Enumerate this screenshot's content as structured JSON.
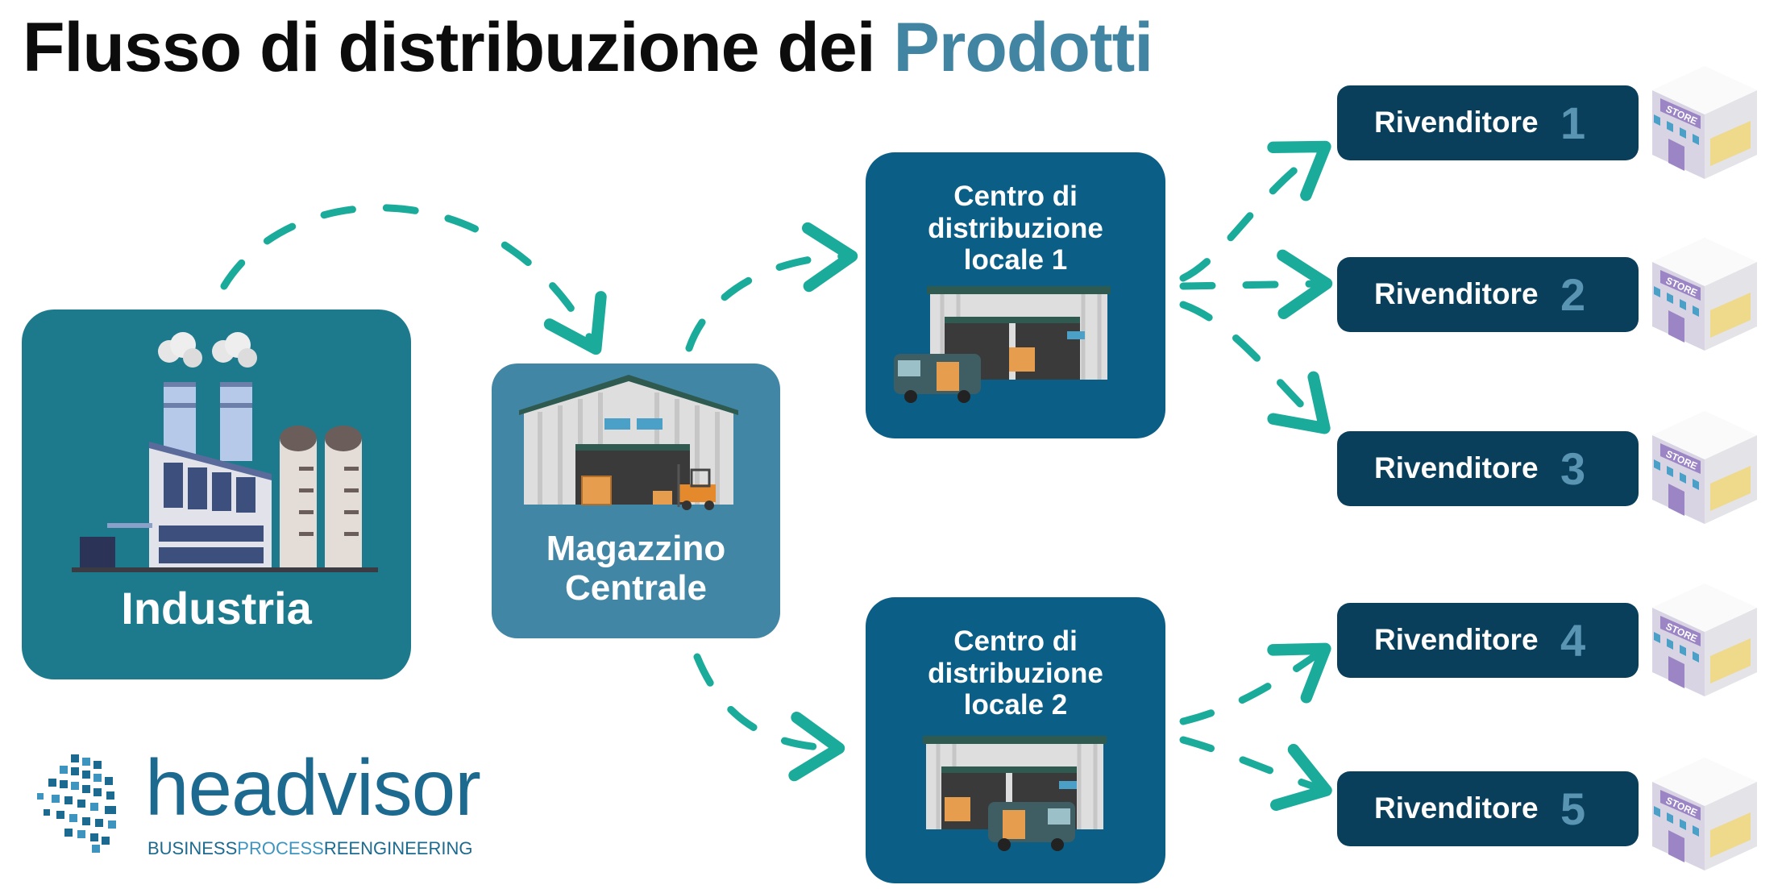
{
  "title": {
    "main": "Flusso di distribuzione dei",
    "accent": "Prodotti"
  },
  "nodes": {
    "industria": "Industria",
    "magazzino": "Magazzino Centrale",
    "centro1": [
      "Centro di",
      "distribuzione",
      "locale 1"
    ],
    "centro2": [
      "Centro di",
      "distribuzione",
      "locale 2"
    ]
  },
  "retailers": [
    {
      "label": "Rivenditore",
      "number": "1"
    },
    {
      "label": "Rivenditore",
      "number": "2"
    },
    {
      "label": "Rivenditore",
      "number": "3"
    },
    {
      "label": "Rivenditore",
      "number": "4"
    },
    {
      "label": "Rivenditore",
      "number": "5"
    }
  ],
  "store_sign": "STORE",
  "logo": {
    "name": "headvisor",
    "tagline_1": "BUSINESS",
    "tagline_2": "PROCESS",
    "tagline_3": "REENGINEERING"
  },
  "colors": {
    "accent": "#4185a3",
    "arrow": "#1aab9b",
    "industria": "#1d7a8d",
    "magazzino": "#4286a5",
    "centro": "#0b5e86",
    "rivenditore": "#0a3f5c"
  },
  "icons": [
    "factory-icon",
    "warehouse-icon",
    "forklift-icon",
    "van-icon",
    "store-icon",
    "arrow-icon"
  ]
}
